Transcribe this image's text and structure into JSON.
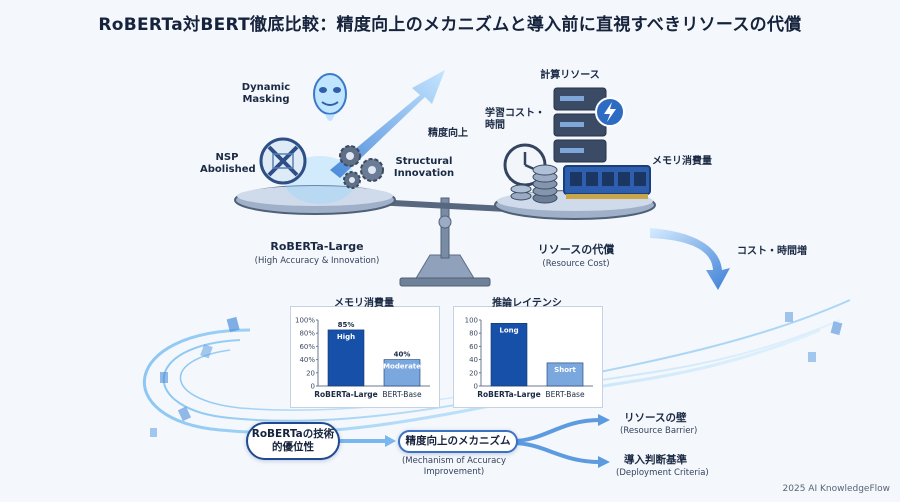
{
  "title": "RoBERTa対BERT徹底比較：精度向上のメカニズムと導入前に直視すべきリソースの代償",
  "left_pan": {
    "dynamic_masking": "Dynamic Masking",
    "nsp_abolished": "NSP Abolished",
    "accuracy_up": "精度向上",
    "structural_innovation": "Structural Innovation",
    "name": "RoBERTa-Large",
    "caption": "(High Accuracy & Innovation)"
  },
  "right_pan": {
    "compute": "計算リソース",
    "training_cost": "学習コスト・時間",
    "memory": "メモリ消費量",
    "name": "リソースの代償",
    "caption": "(Resource Cost)",
    "cost_time_up": "コスト・時間増"
  },
  "chart_data": [
    {
      "type": "bar",
      "title": "メモリ消費量",
      "categories": [
        "RoBERTa-Large",
        "BERT-Base"
      ],
      "values": [
        85,
        40
      ],
      "top_labels": [
        "85%",
        "40%"
      ],
      "inner_labels": [
        "High",
        "Moderate"
      ],
      "ylim": [
        0,
        100
      ],
      "yticks": [
        "100%",
        "80%",
        "60%",
        "40%",
        "20",
        "0"
      ],
      "colors": [
        "#1750a8",
        "#7aa7dd"
      ]
    },
    {
      "type": "bar",
      "title": "推論レイテンシ",
      "categories": [
        "RoBERTa-Large",
        "BERT-Base"
      ],
      "values": [
        95,
        35
      ],
      "inner_labels": [
        "Long",
        "Short"
      ],
      "ylim": [
        0,
        100
      ],
      "yticks": [
        "100",
        "80",
        "60",
        "40",
        "20",
        "0"
      ],
      "colors": [
        "#1750a8",
        "#7aa7dd"
      ]
    }
  ],
  "flow": {
    "start": "RoBERTaの技術的優位性",
    "mechanism": "精度向上のメカニズム",
    "mechanism_caption": "(Mechanism of Accuracy Improvement)",
    "out1": "リソースの壁",
    "out1_caption": "(Resource Barrier)",
    "out2": "導入判断基準",
    "out2_caption": "(Deployment Criteria)"
  },
  "footer": "2025 AI KnowledgeFlow"
}
